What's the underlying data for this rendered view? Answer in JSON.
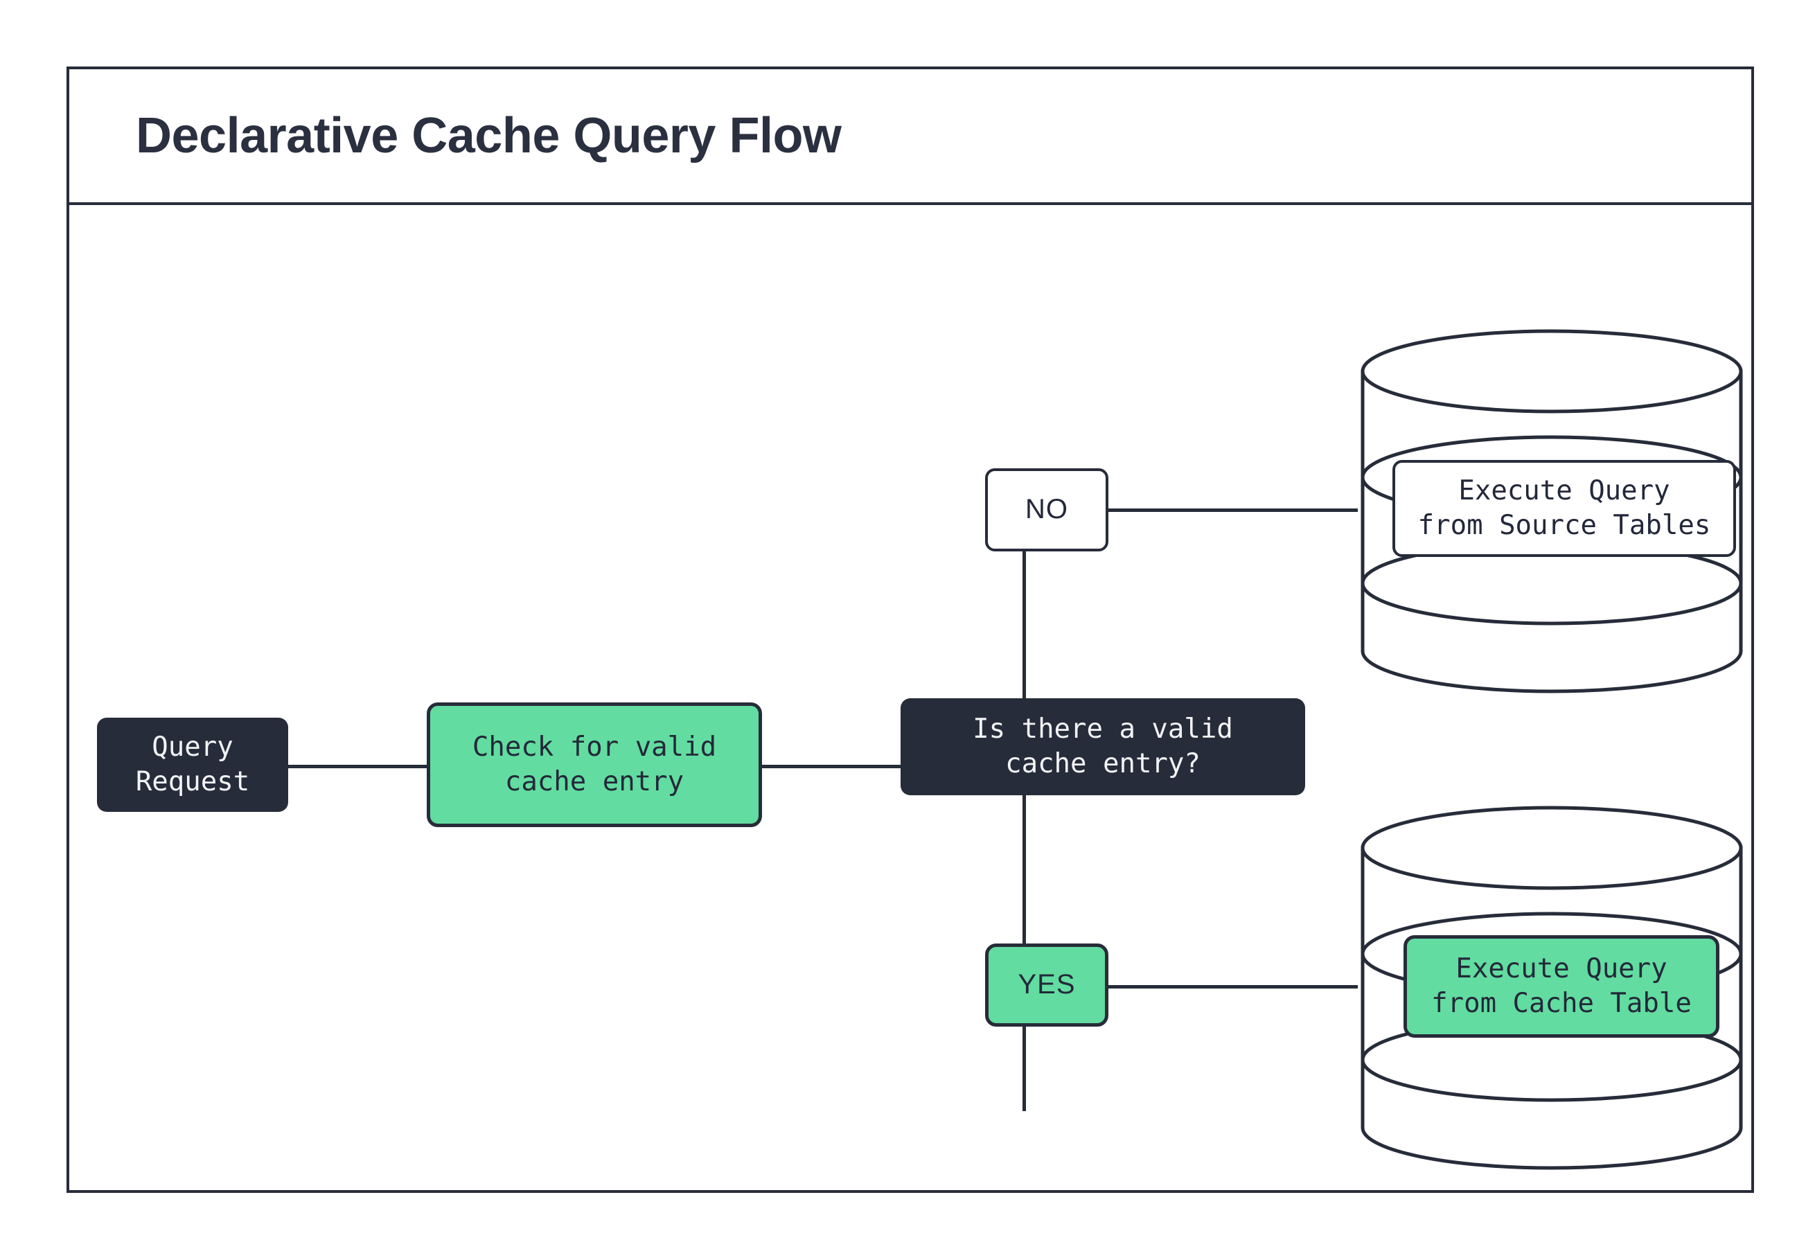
{
  "header": {
    "title": "Declarative Cache Query Flow"
  },
  "theme": {
    "ink": "#272C3A",
    "accent_green": "#62DCA0",
    "dark_fill": "#272C3A",
    "light_text": "#F2F3F5",
    "canvas": "#ffffff"
  },
  "flow": {
    "nodes": [
      {
        "id": "query-request",
        "label": "Query Request",
        "style": "dark"
      },
      {
        "id": "check-cache",
        "label": "Check for valid\ncache entry",
        "style": "green"
      },
      {
        "id": "decision",
        "label": "Is there a valid\ncache entry?",
        "style": "dark"
      },
      {
        "id": "branch-no",
        "label": "NO",
        "style": "white"
      },
      {
        "id": "branch-yes",
        "label": "YES",
        "style": "green"
      },
      {
        "id": "execute-source",
        "label": "Execute Query\nfrom Source Tables",
        "style": "white"
      },
      {
        "id": "execute-cache",
        "label": "Execute Query\nfrom Cache Table",
        "style": "green"
      }
    ],
    "datastores": [
      {
        "id": "source-tables-db",
        "label": "Execute Query from Source Tables"
      },
      {
        "id": "cache-table-db",
        "label": "Execute Query from Cache Table"
      }
    ],
    "edges": [
      {
        "from": "query-request",
        "to": "check-cache"
      },
      {
        "from": "check-cache",
        "to": "decision"
      },
      {
        "from": "decision",
        "to": "branch-no",
        "label": "NO"
      },
      {
        "from": "branch-no",
        "to": "execute-source"
      },
      {
        "from": "decision",
        "to": "branch-yes",
        "label": "YES"
      },
      {
        "from": "branch-yes",
        "to": "execute-cache"
      }
    ]
  }
}
